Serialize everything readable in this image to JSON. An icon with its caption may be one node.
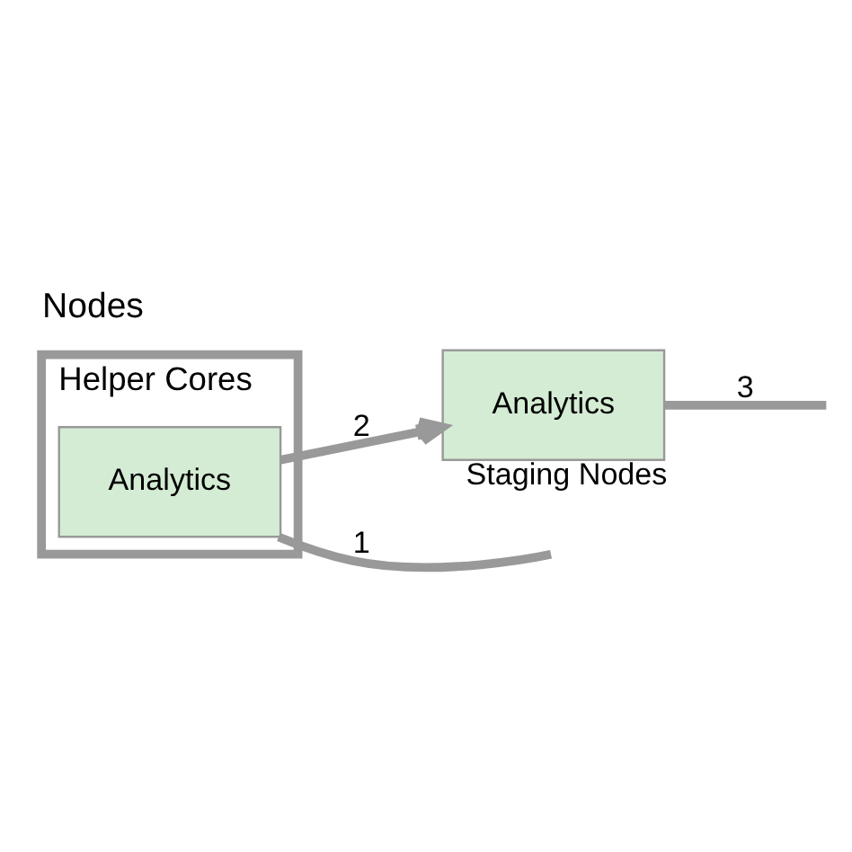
{
  "diagram": {
    "title": "Nodes",
    "nodes": [
      {
        "text": [
          "Helper Cores"
        ]
      },
      {
        "text": [
          "Analytics"
        ],
        "in": 0
      },
      {
        "text": [
          "Analytics"
        ],
        "beside": [
          "Staging Nodes"
        ]
      }
    ],
    "edges": [
      {
        "from": 1,
        "to": 2,
        "arrow": "to",
        "label": "2"
      },
      {
        "from": 2,
        "to": null,
        "arrow": "none",
        "label": "3"
      },
      {
        "from": 1,
        "to": null,
        "arrow": "none",
        "label": "1"
      }
    ]
  }
}
